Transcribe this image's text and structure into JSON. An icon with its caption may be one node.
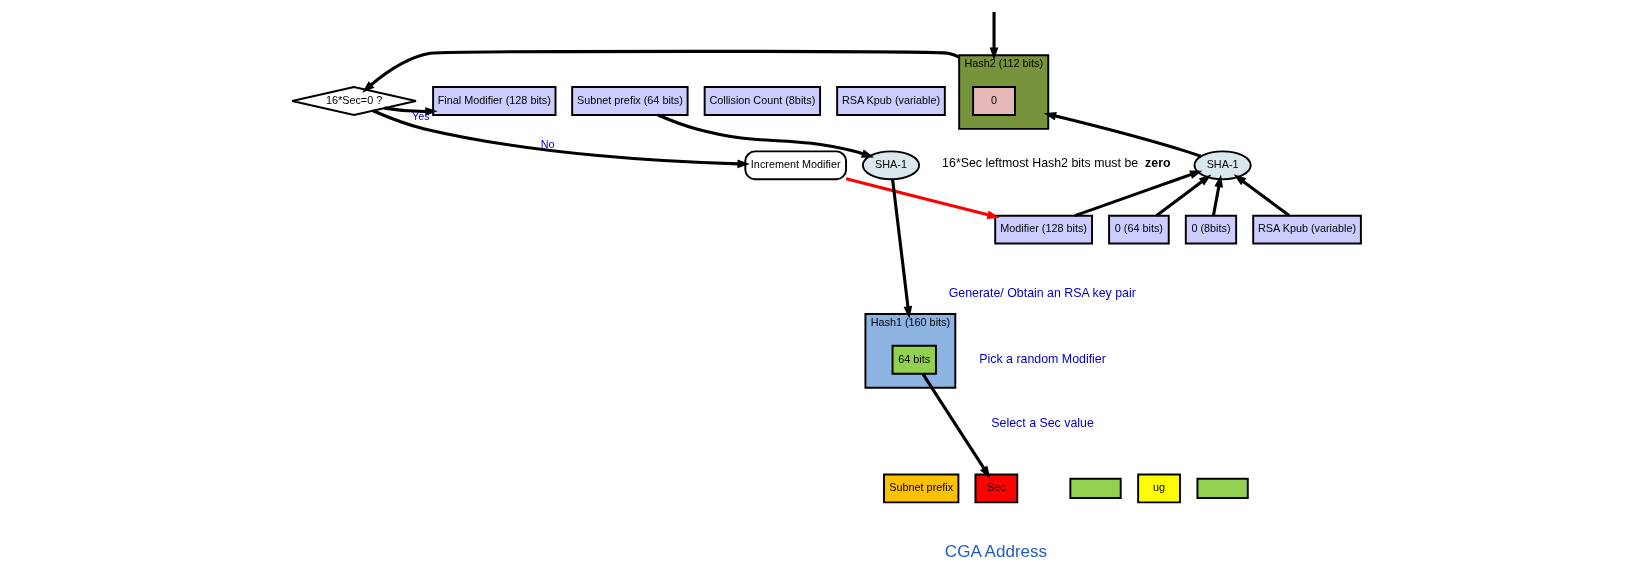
{
  "diagram": {
    "nodes": [
      {
        "text": [
          "Hash2 (112 bits)"
        ]
      },
      {
        "text": [
          "0"
        ],
        "in": 0
      },
      {
        "text": [
          "16*Sec=0 ?"
        ]
      },
      {
        "text": [
          "Final Modifier (128 bits)"
        ]
      },
      {
        "text": [
          "Subnet prefix (64 bits)"
        ]
      },
      {
        "text": [
          "Collision Count (8bits)"
        ]
      },
      {
        "text": [
          "RSA Kpub (variable)"
        ]
      },
      {
        "text": [
          "SHA-1"
        ]
      },
      {
        "text": [
          "Increment Modifier"
        ]
      },
      {
        "text": [
          "SHA-1"
        ]
      },
      {
        "text": [
          "Hash1 (160 bits)"
        ]
      },
      {
        "text": [
          "64 bits"
        ],
        "in": 10
      },
      {
        "text": [
          "Modifier (128 bits)"
        ]
      },
      {
        "text": [
          "0 (64 bits)"
        ]
      },
      {
        "text": [
          "0 (8bits)"
        ]
      },
      {
        "text": [
          "RSA Kpub (variable)"
        ]
      },
      {
        "text": [
          "Subnet prefix"
        ]
      },
      {
        "text": [
          "Sec"
        ]
      },
      {
        "text": [],
        "shape": "bar"
      },
      {
        "text": [
          "ug"
        ]
      },
      {
        "text": [],
        "shape": "bar"
      }
    ],
    "edges": [
      {
        "from": null,
        "to": 0,
        "arrow": "to"
      },
      {
        "from": 0,
        "to": 2,
        "arrow": "to"
      },
      {
        "from": 2,
        "to": 3,
        "arrow": "to",
        "label": "Yes"
      },
      {
        "from": 2,
        "to": 8,
        "arrow": "to",
        "label": "No"
      },
      {
        "from": 8,
        "to": 12,
        "arrow": "to",
        "color": "#ff0000"
      },
      {
        "from": 12,
        "to": 7,
        "arrow": "to"
      },
      {
        "from": 13,
        "to": 7,
        "arrow": "to"
      },
      {
        "from": 14,
        "to": 7,
        "arrow": "to"
      },
      {
        "from": 15,
        "to": 7,
        "arrow": "to"
      },
      {
        "from": 7,
        "to": 0,
        "arrow": "to"
      },
      {
        "from": 4,
        "to": 9,
        "arrow": "to"
      },
      {
        "from": 9,
        "to": 10,
        "arrow": "to"
      },
      {
        "from": 11,
        "to": 17,
        "arrow": "to"
      }
    ],
    "labels": [
      "16*Sec leftmost Hash2 bits must be **zero**",
      "Generate/ Obtain an RSA key pair",
      "Pick a random Modifier",
      "Select a Sec value",
      "CGA Address"
    ]
  }
}
